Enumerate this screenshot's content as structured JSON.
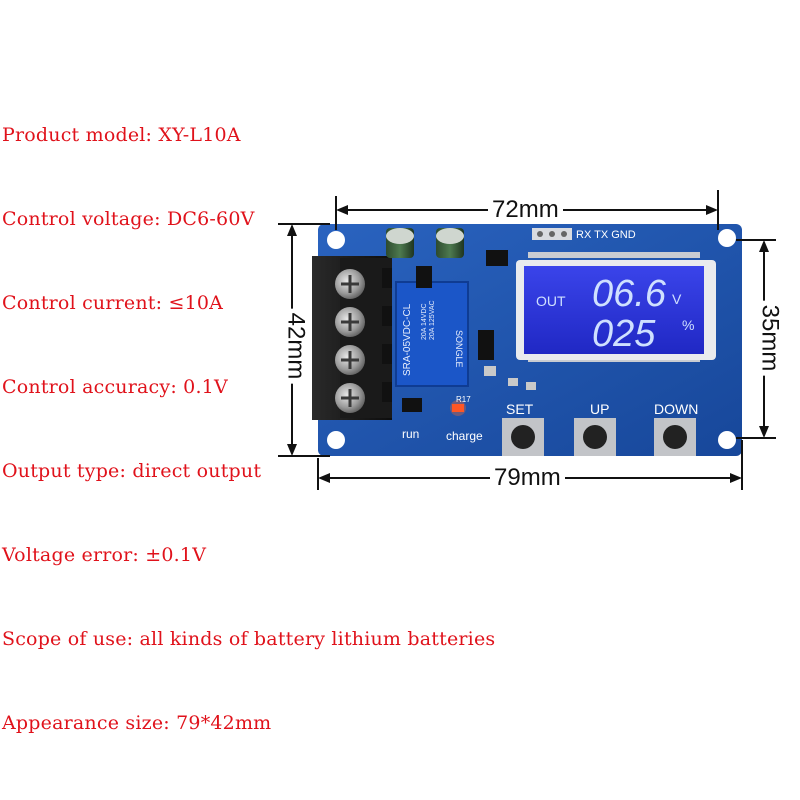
{
  "specs": [
    "Product model: XY-L10A",
    "Control voltage: DC6-60V",
    "Control current: ≤10A",
    "Control accuracy: 0.1V",
    "Output type: direct output",
    "Voltage error: ±0.1V",
    "Scope of use: all kinds of battery lithium batteries",
    "Appearance size: 79*42mm"
  ],
  "dimensions": {
    "width_top": "72mm",
    "width_bottom": "79mm",
    "height_left": "42mm",
    "height_right": "35mm"
  },
  "board": {
    "header_pins": "RX TX GND",
    "lcd_mode": "OUT",
    "lcd_value_top": "06.6",
    "lcd_unit_top": "V",
    "lcd_value_bottom": "025",
    "lcd_unit_bottom": "%",
    "relay_model": "SRA-05VDC-CL",
    "relay_brand": "SONGLE",
    "relay_rating_1": "20A 14VDC",
    "relay_rating_2": "20A 125VAC",
    "led_run": "run",
    "led_charge": "charge",
    "led_ref": "R17",
    "buttons": [
      "SET",
      "UP",
      "DOWN"
    ]
  },
  "colors": {
    "spec_text": "#e0121b",
    "pcb": "#1f56b0",
    "lcd_background": "#2f35d8",
    "lcd_segments": "#cfe0ff"
  }
}
